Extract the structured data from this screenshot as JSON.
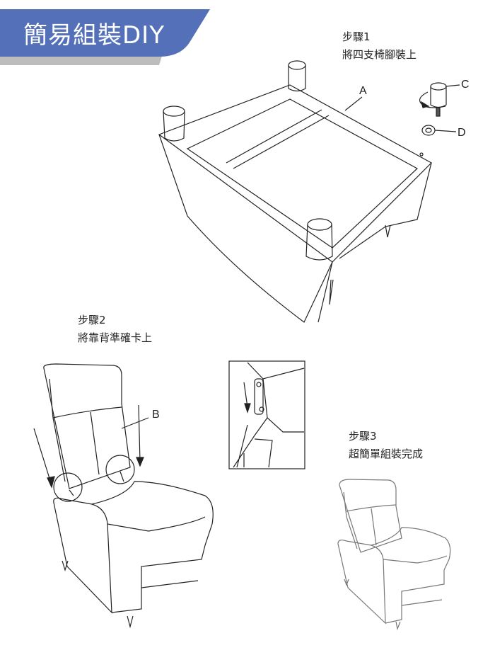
{
  "banner": {
    "title": "簡易組裝DIY",
    "color": "#5470b8",
    "shadow_color": "#bdbdbd"
  },
  "steps": [
    {
      "title": "步驟1",
      "text": "將四支椅腳裝上"
    },
    {
      "title": "步驟2",
      "text": "將靠背準確卡上"
    },
    {
      "title": "步驟3",
      "text": "超簡單組裝完成"
    }
  ],
  "labels": {
    "a": "A",
    "b": "B",
    "c": "C",
    "d": "D"
  }
}
